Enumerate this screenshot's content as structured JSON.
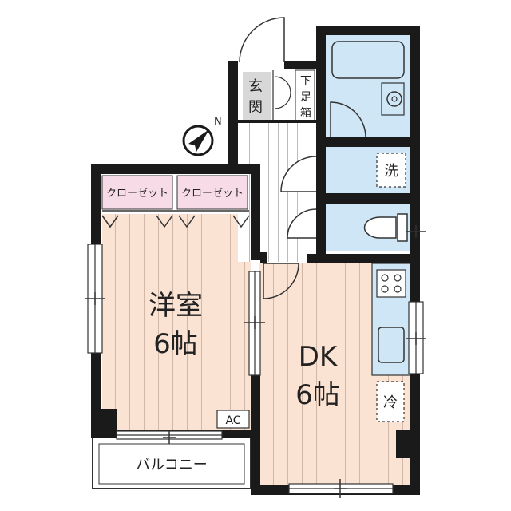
{
  "rooms": {
    "western_room": {
      "name": "洋室",
      "size": "6帖"
    },
    "dk": {
      "name": "DK",
      "size": "6帖"
    },
    "entrance": {
      "name_line1": "玄",
      "name_line2": "関"
    },
    "shoe_box": {
      "line1": "下",
      "line2": "足",
      "line3": "箱"
    },
    "closet_left": "クローゼット",
    "closet_right": "クローゼット",
    "balcony": "バルコニー",
    "washer": "洗",
    "fridge": "冷",
    "ac": "AC"
  },
  "compass": {
    "label": "N"
  },
  "colors": {
    "wall": "#1a1a1a",
    "floor_wood": "#fbe3d3",
    "floor_line": "#a58b7b",
    "wet_area": "#cfe6f6",
    "closet": "#f7dbe6",
    "entrance_floor": "#d8d8d8",
    "hall_floor": "#ffffff"
  }
}
